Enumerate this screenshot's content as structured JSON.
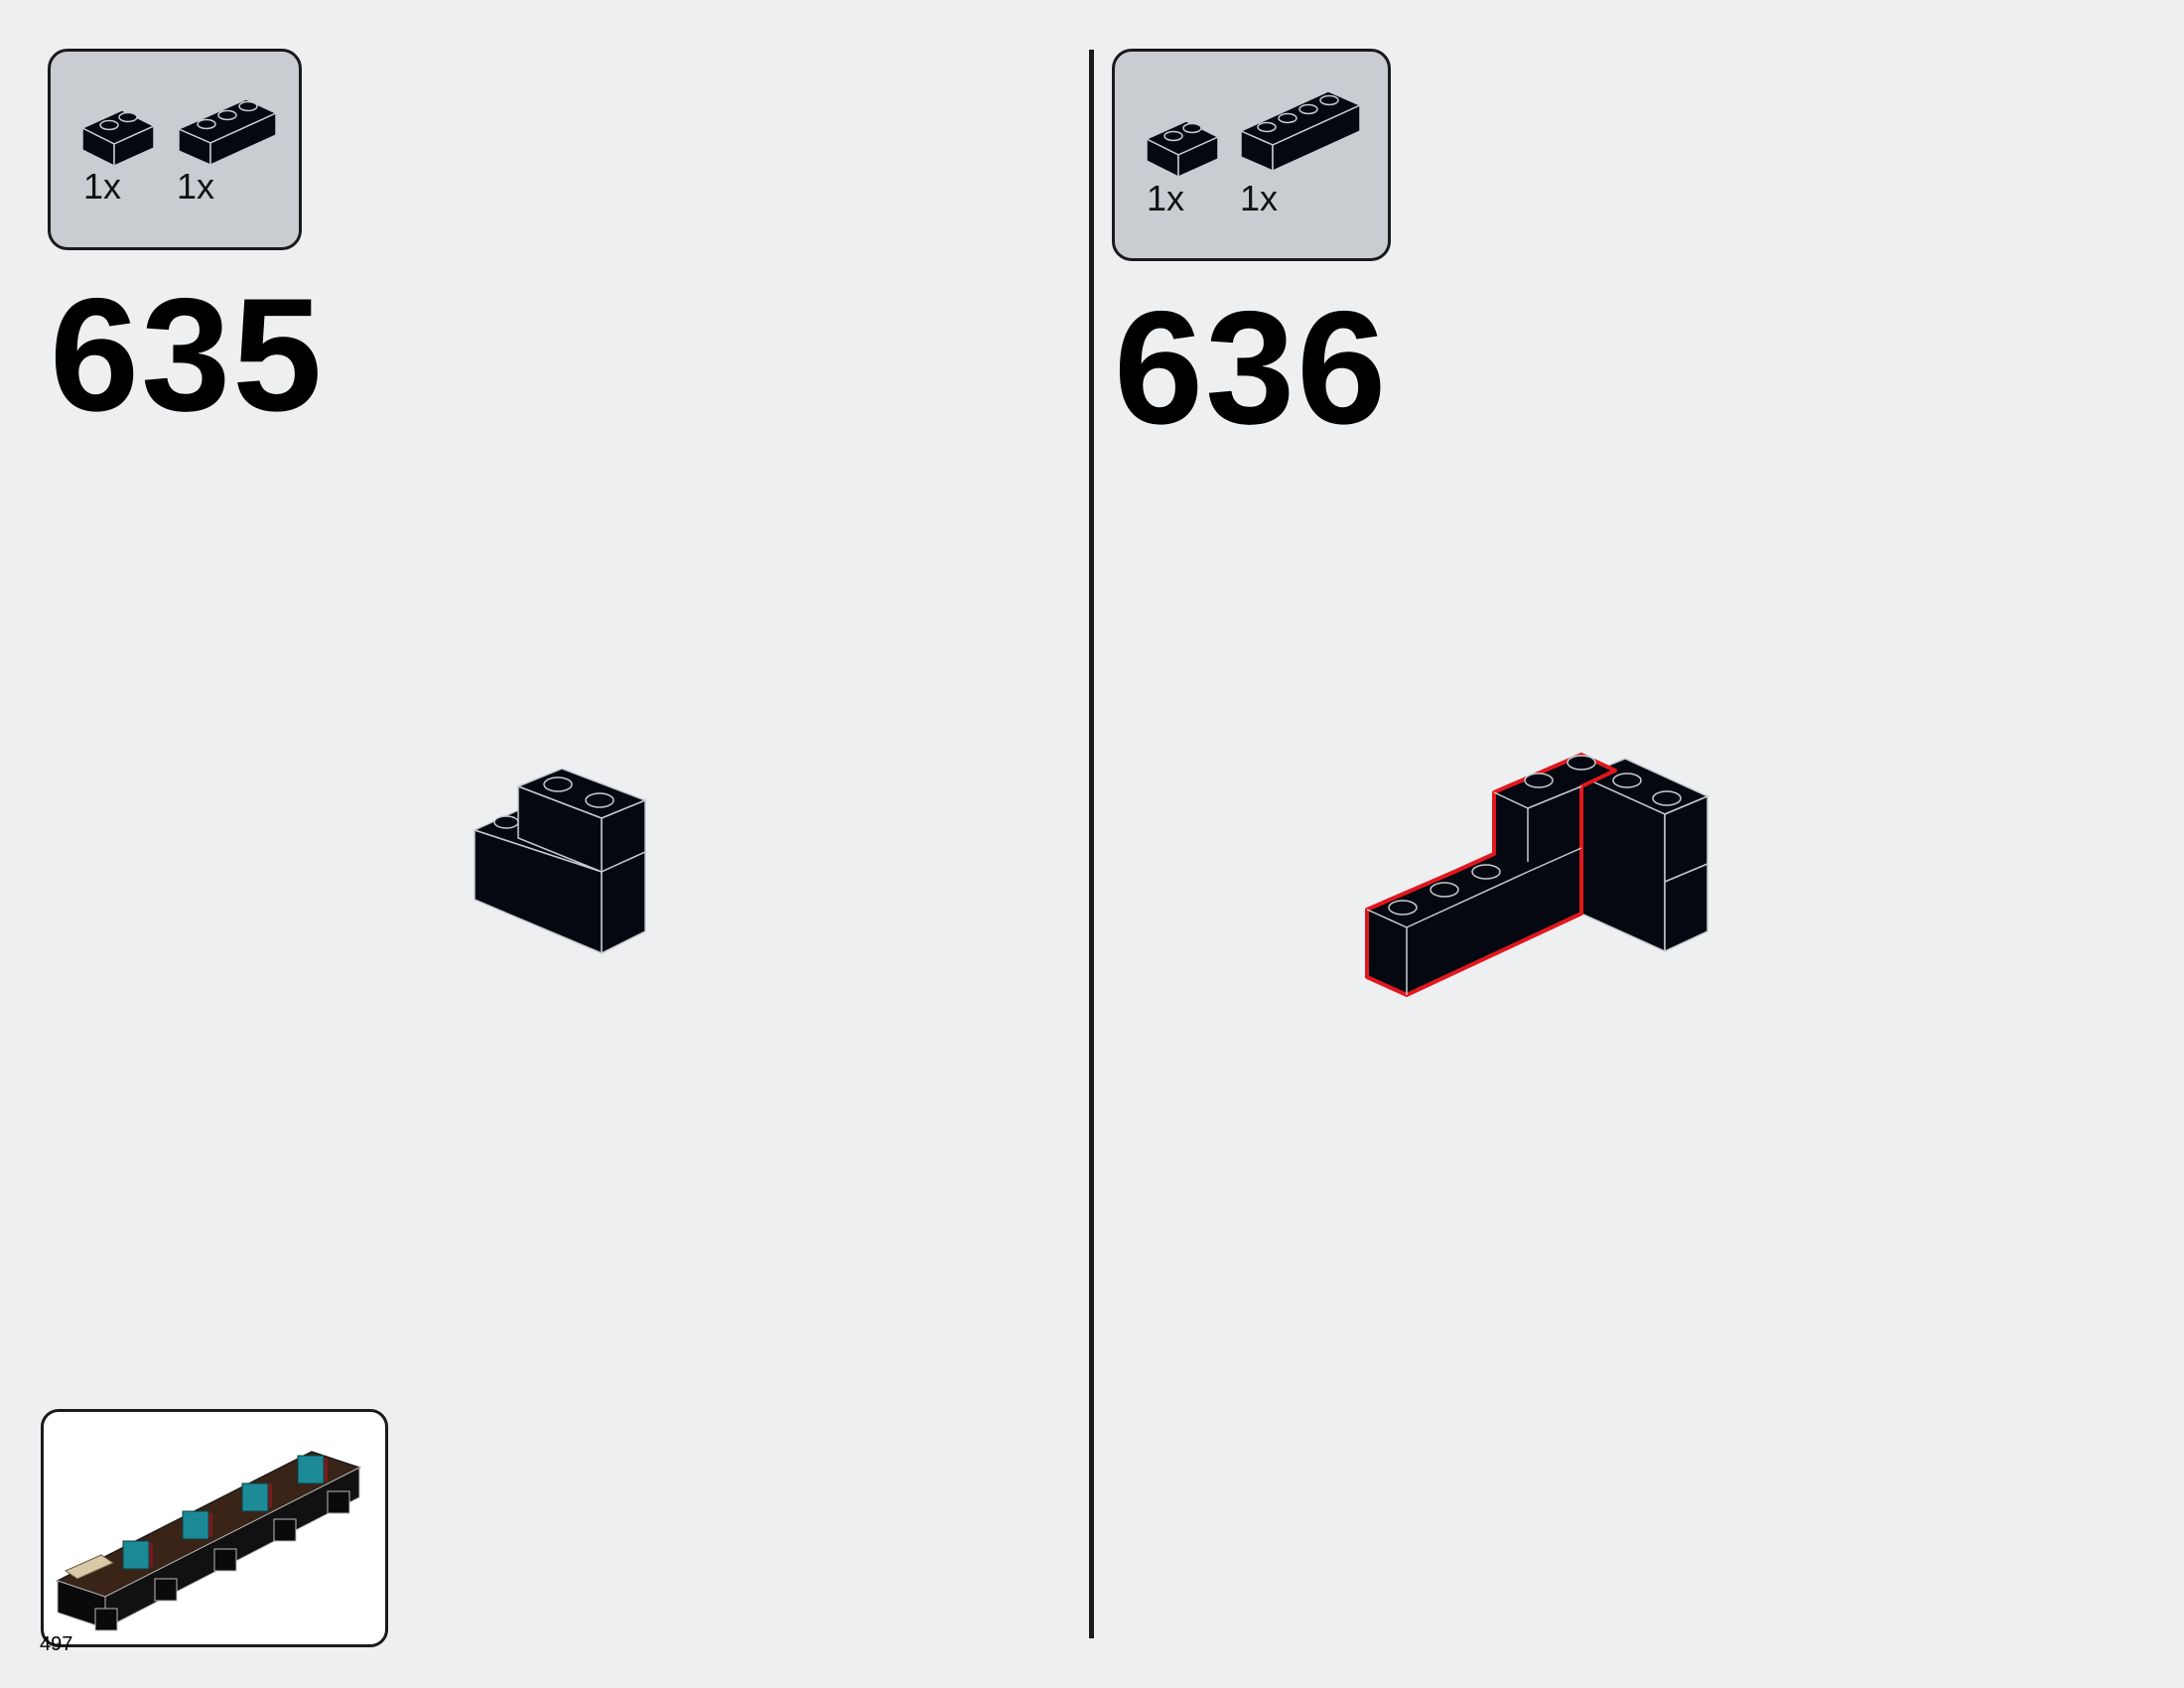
{
  "steps": [
    {
      "number": "635",
      "parts": [
        {
          "icon": "brick-1x2-icon",
          "qty": "1x",
          "color": "#050810"
        },
        {
          "icon": "brick-1x3-icon",
          "qty": "1x",
          "color": "#050810"
        }
      ]
    },
    {
      "number": "636",
      "parts": [
        {
          "icon": "brick-1x2-icon",
          "qty": "1x",
          "color": "#050810"
        },
        {
          "icon": "brick-1x4-icon",
          "qty": "1x",
          "color": "#050810"
        }
      ]
    }
  ],
  "page_number": "497",
  "colors": {
    "background": "#edeff1",
    "parts_box": "#c9cdd1",
    "brick": "#050810",
    "new_part_outline": "#e0181e"
  }
}
